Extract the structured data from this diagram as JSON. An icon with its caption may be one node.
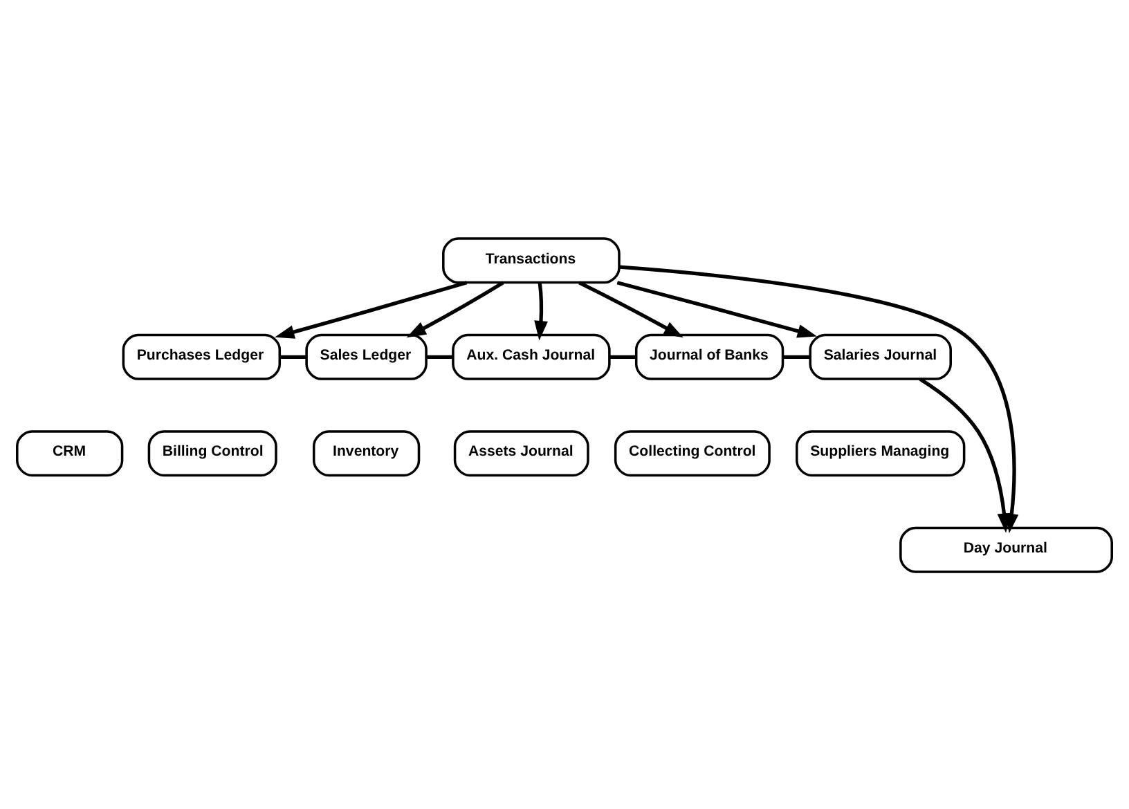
{
  "diagram": {
    "nodes": [
      {
        "text": [
          "Transactions"
        ]
      },
      {
        "text": [
          "Purchases Ledger"
        ]
      },
      {
        "text": [
          "Sales Ledger"
        ]
      },
      {
        "text": [
          "Aux. Cash Journal"
        ]
      },
      {
        "text": [
          "Journal of Banks"
        ]
      },
      {
        "text": [
          "Salaries Journal"
        ]
      },
      {
        "text": [
          "CRM"
        ]
      },
      {
        "text": [
          "Billing Control"
        ]
      },
      {
        "text": [
          "Inventory"
        ]
      },
      {
        "text": [
          "Assets Journal"
        ]
      },
      {
        "text": [
          "Collecting Control"
        ]
      },
      {
        "text": [
          "Suppliers Managing"
        ]
      },
      {
        "text": [
          "Day Journal"
        ]
      }
    ],
    "edges": [
      {
        "from": 0,
        "to": 1,
        "arrow": "to"
      },
      {
        "from": 0,
        "to": 2,
        "arrow": "to"
      },
      {
        "from": 0,
        "to": 3,
        "arrow": "to"
      },
      {
        "from": 0,
        "to": 4,
        "arrow": "to"
      },
      {
        "from": 0,
        "to": 5,
        "arrow": "to"
      },
      {
        "from": 1,
        "to": 2,
        "arrow": "none"
      },
      {
        "from": 2,
        "to": 3,
        "arrow": "none"
      },
      {
        "from": 3,
        "to": 4,
        "arrow": "none"
      },
      {
        "from": 4,
        "to": 5,
        "arrow": "none"
      },
      {
        "from": 0,
        "to": 12,
        "arrow": "to"
      },
      {
        "from": 5,
        "to": 12,
        "arrow": "to"
      }
    ]
  }
}
